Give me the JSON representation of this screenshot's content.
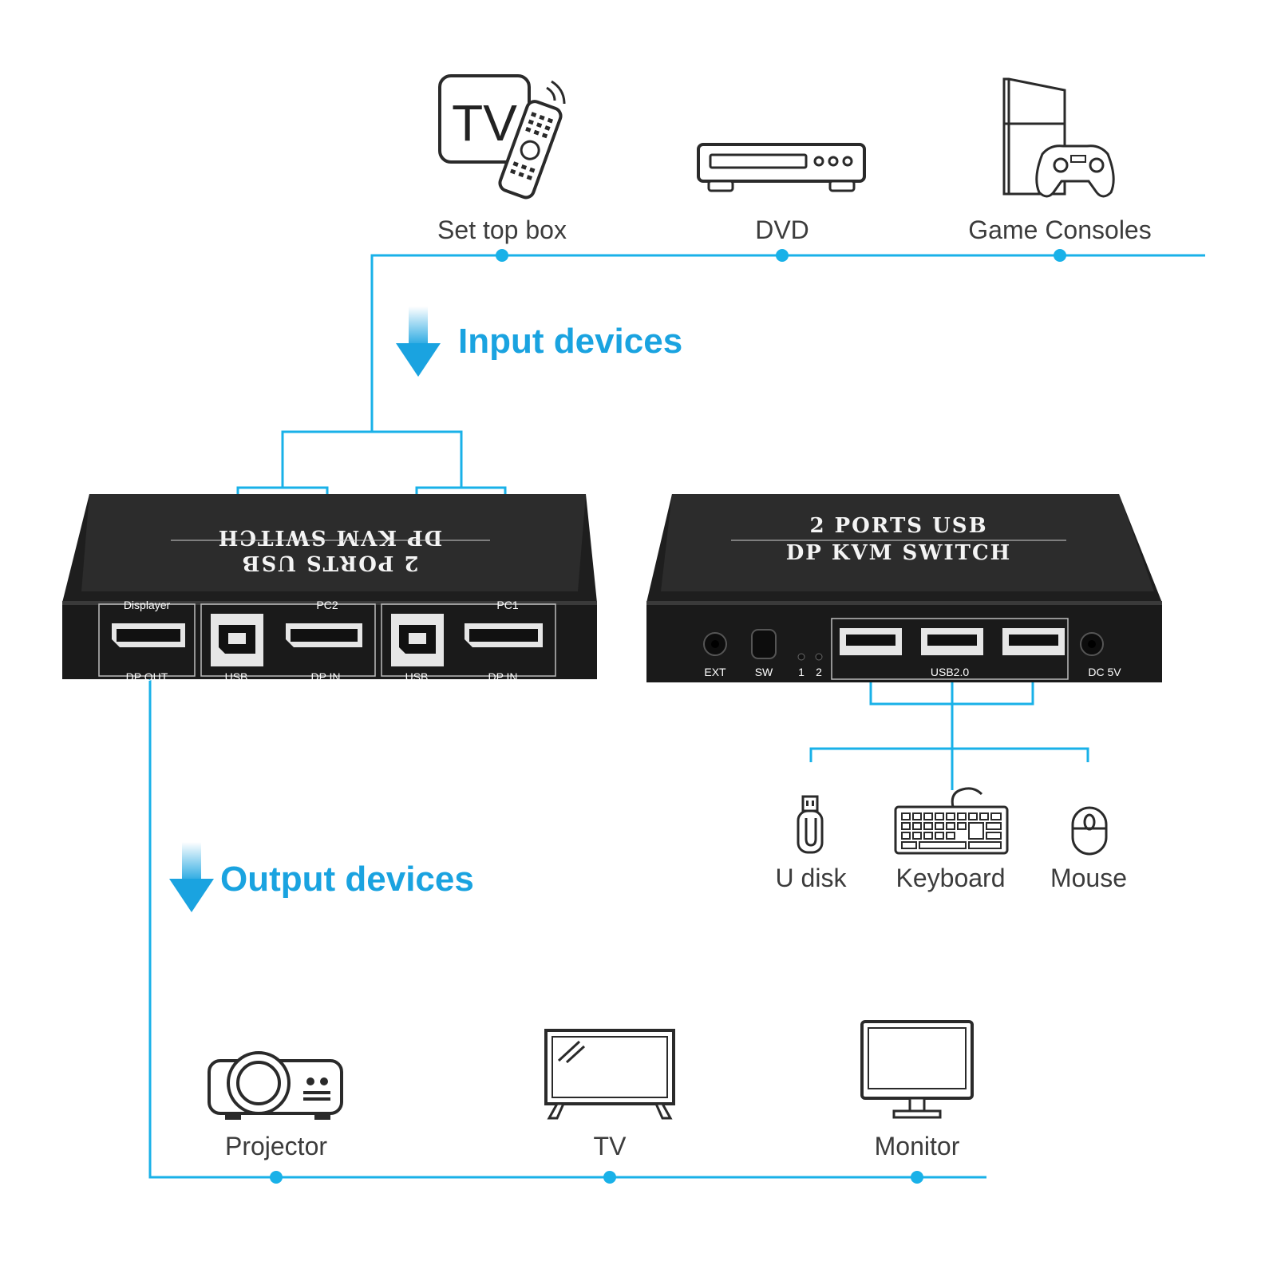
{
  "input_section": {
    "heading": "Input devices",
    "devices": [
      {
        "label": "Set top box",
        "icon": "tv-remote-icon"
      },
      {
        "label": "DVD",
        "icon": "dvd-player-icon"
      },
      {
        "label": "Game Consoles",
        "icon": "game-console-icon"
      }
    ],
    "tv_icon_text": "TV"
  },
  "output_section": {
    "heading": "Output devices",
    "devices": [
      {
        "label": "Projector",
        "icon": "projector-icon"
      },
      {
        "label": "TV",
        "icon": "tv-icon"
      },
      {
        "label": "Monitor",
        "icon": "monitor-icon"
      }
    ]
  },
  "usb_section": {
    "devices": [
      {
        "label": "U disk",
        "icon": "usb-drive-icon"
      },
      {
        "label": "Keyboard",
        "icon": "keyboard-icon"
      },
      {
        "label": "Mouse",
        "icon": "mouse-icon"
      }
    ]
  },
  "front_unit": {
    "title_line1": "2 PORTS USB",
    "title_line2": "DP KVM SWITCH",
    "ports": {
      "displayer": "Displayer",
      "dp_out": "DP OUT",
      "pc2": "PC2",
      "pc1": "PC1",
      "usb_a": "USB",
      "dp_in_a": "DP IN",
      "usb_b": "USB",
      "dp_in_b": "DP IN"
    }
  },
  "rear_unit": {
    "title_line1": "2 PORTS USB",
    "title_line2": "DP KVM SWITCH",
    "ports": {
      "ext": "EXT",
      "sw": "SW",
      "led1": "1",
      "led2": "2",
      "usb20": "USB2.0",
      "dc5v": "DC 5V"
    }
  },
  "colors": {
    "accent": "#1aa3e0",
    "line": "#19b1e8",
    "device_body": "#2b2b2b",
    "label_text": "#3c3c3c"
  }
}
